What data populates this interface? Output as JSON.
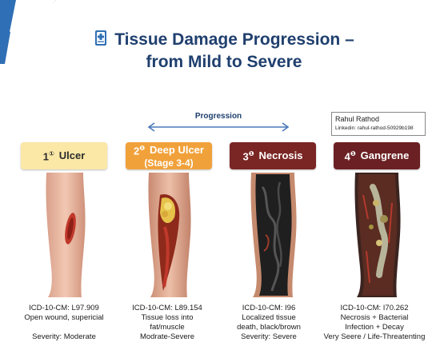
{
  "title": {
    "line1": "Tissue Damage Progression –",
    "line2": "from Mild to Severe"
  },
  "progression_label": "Progression",
  "credit": {
    "name": "Rahul Rathod",
    "link": "Linkedin: rahul-rathod-50929b198"
  },
  "stages": [
    {
      "number": "1",
      "marker": "①",
      "label": "Ulcer",
      "sublabel": "",
      "color": "#fbe8a6",
      "icd": "ICD-10-CM: L97.909",
      "desc_lines": [
        "Open wound, supericial"
      ],
      "severity": "Severity: Moderate"
    },
    {
      "number": "2",
      "marker": "❶",
      "label": "Deep Ulcer",
      "sublabel": "(Stage 3-4)",
      "color": "#f1a13a",
      "icd": "ICD-10-CM: L89.154",
      "desc_lines": [
        "Tissue loss into",
        "fat/muscle"
      ],
      "severity": "Modrate-Severe"
    },
    {
      "number": "3",
      "marker": "❶",
      "label": "Necrosis",
      "sublabel": "",
      "color": "#7a2624",
      "icd": "ICD-10-CM: I96",
      "desc_lines": [
        "Localized tissue",
        "death, black/brown"
      ],
      "severity": "Severity: Severe"
    },
    {
      "number": "4",
      "marker": "❶",
      "label": "Gangrene",
      "sublabel": "",
      "color": "#6b2023",
      "icd": "ICD-10-CM: I70.262",
      "desc_lines": [
        "Necrosis + Bacterial",
        "Infection + Decay"
      ],
      "severity": "Very Seere / Life-Threatenting"
    }
  ],
  "icons": {
    "title_icon": "medical-document-icon",
    "arrow": "double-arrow-icon"
  }
}
